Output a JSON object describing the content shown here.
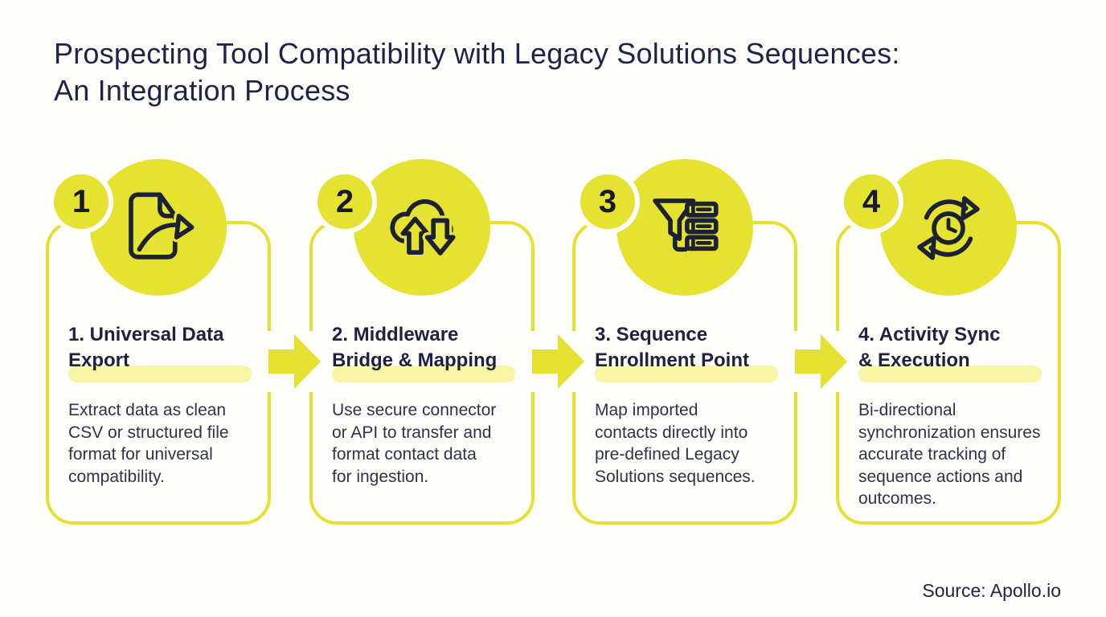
{
  "title_lines": [
    "Prospecting Tool Compatibility with Legacy Solutions Sequences:",
    "An Integration Process"
  ],
  "source": "Source: Apollo.io",
  "colors": {
    "accent_yellow": "#e6e231",
    "highlight_yellow": "#f8f5a7",
    "heading_navy": "#1c2240",
    "body_navy": "#2d3447",
    "background": "#fdfdfa",
    "badge_ring": "#ffffff"
  },
  "steps": [
    {
      "number": "1",
      "icon": "document-export-icon",
      "title_lines": [
        "1. Universal Data",
        "Export"
      ],
      "description_lines": [
        "Extract data as clean",
        "CSV or structured file",
        "format for universal",
        "compatibility."
      ]
    },
    {
      "number": "2",
      "icon": "cloud-transfer-icon",
      "title_lines": [
        "2. Middleware",
        "Bridge & Mapping"
      ],
      "description_lines": [
        "Use secure connector",
        "or API to transfer and",
        "format contact data",
        "for ingestion."
      ]
    },
    {
      "number": "3",
      "icon": "funnel-enrollment-icon",
      "title_lines": [
        "3. Sequence",
        "Enrollment Point"
      ],
      "description_lines": [
        "Map imported",
        "contacts directly into",
        "pre-defined Legacy",
        "Solutions sequences."
      ]
    },
    {
      "number": "4",
      "icon": "sync-clock-icon",
      "title_lines": [
        "4. Activity Sync",
        "& Execution"
      ],
      "description_lines": [
        "Bi-directional",
        "synchronization ensures",
        "accurate tracking of",
        "sequence actions and",
        "outcomes."
      ]
    }
  ]
}
